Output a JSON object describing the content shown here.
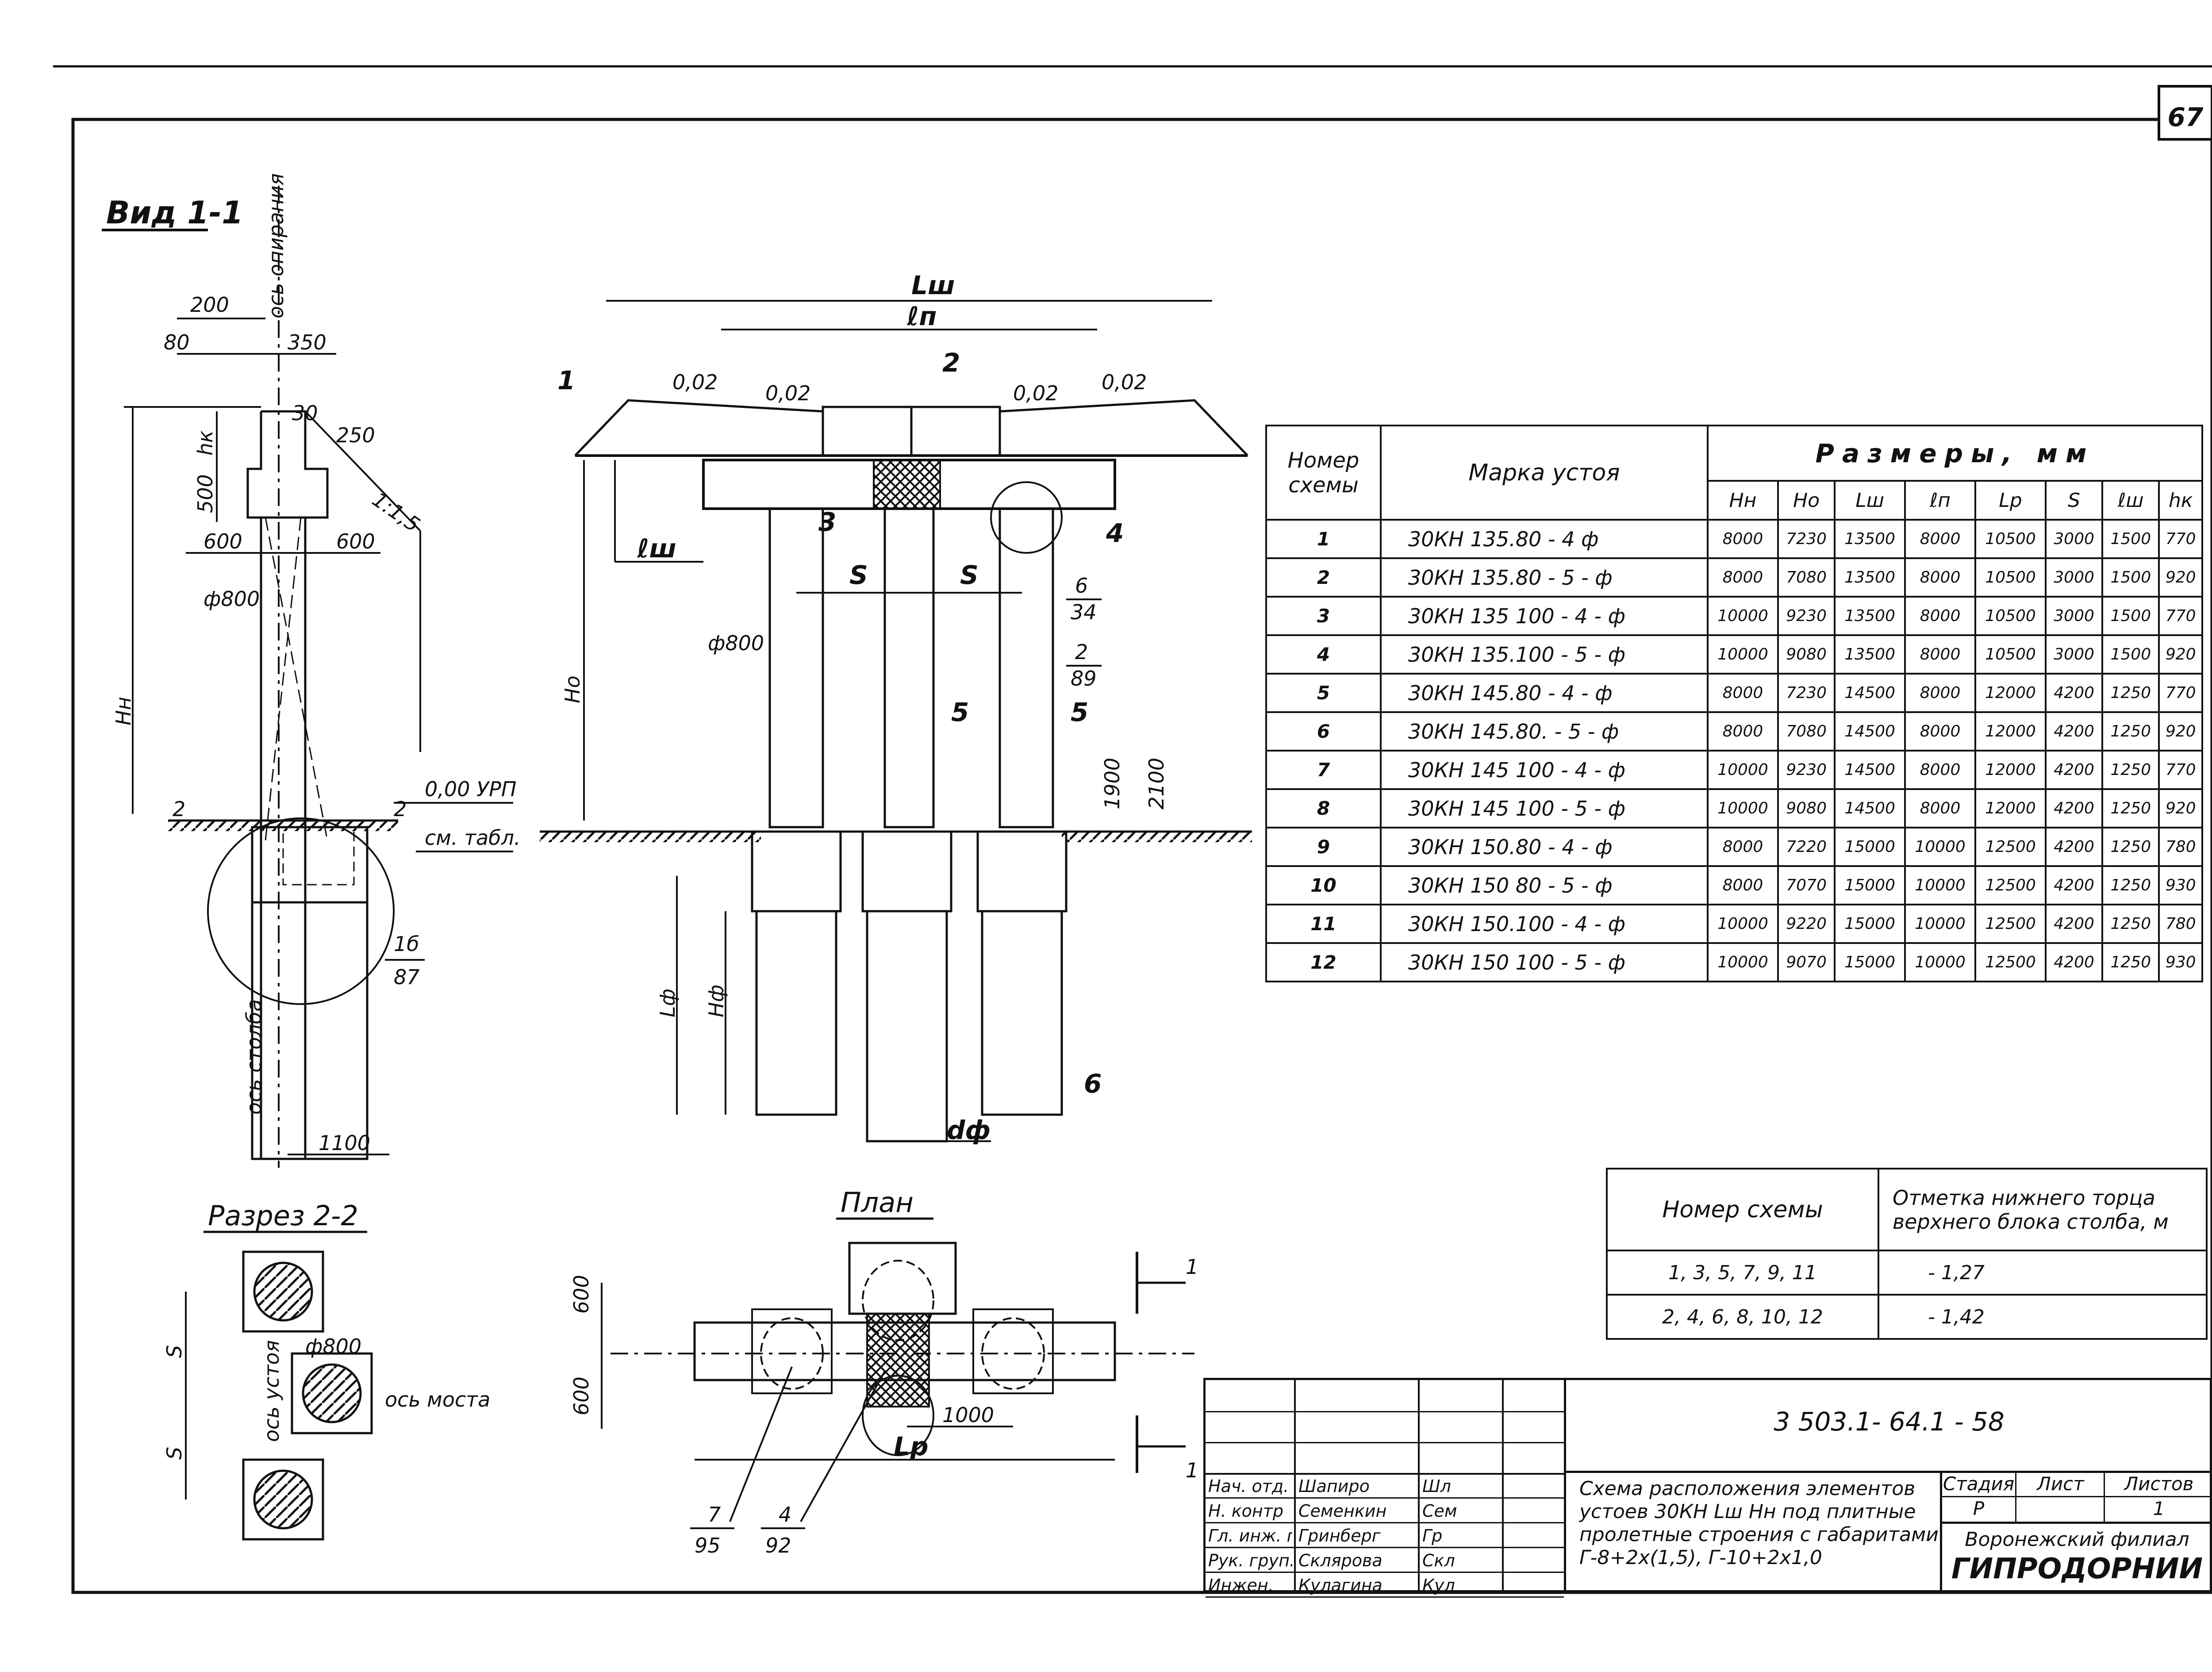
{
  "sheet_number": "67",
  "views": {
    "view_1_1": "Вид 1-1",
    "section_2_2": "Разрез 2-2",
    "plan": "План"
  },
  "labels": {
    "axis_support": "ось опирания",
    "axis_column": "ось столба",
    "axis_bridge": "ось моста",
    "axis_abutment": "ось устоя",
    "see_table": "см. табл.",
    "ground_level": "0,00 УРП",
    "Hn": "Нн",
    "Ho": "Но",
    "hk": "hк",
    "Lsh": "Lш",
    "ln": "ℓп",
    "lsh": "ℓш",
    "S": "S",
    "Lp": "Lр",
    "Lf": "Lф",
    "Hf": "Нф",
    "df": "dф",
    "phi800": "ф800",
    "slope": "1:1,5",
    "slope_a": "0,02",
    "slope_b": "0,02",
    "slope_c": "0,02",
    "slope_d": "0,02",
    "d200": "200",
    "d80": "80",
    "d350": "350",
    "d30": "30",
    "d250": "250",
    "d500": "500",
    "d600a": "600",
    "d600b": "600",
    "d1100": "1100",
    "d1900": "1900",
    "d2100": "2100",
    "d1000": "1000",
    "p600a": "600",
    "p600b": "600",
    "sec2": "2",
    "callouts": [
      "1",
      "2",
      "3",
      "4",
      "5",
      "5",
      "6"
    ],
    "ref_6_34a": "6",
    "ref_6_34b": "34",
    "ref_2_89a": "2",
    "ref_2_89b": "89",
    "ref_16_87a": "1б",
    "ref_16_87b": "87",
    "ref_7_95a": "7",
    "ref_7_95b": "95",
    "ref_4_92a": "4",
    "ref_4_92b": "92",
    "cut_1": "1"
  },
  "dims_table": {
    "col_scheme": "Номер схемы",
    "col_mark": "Марка устоя",
    "group": "Размеры, мм",
    "sub_headers": [
      "Нн",
      "Но",
      "Lш",
      "ℓп",
      "Lр",
      "S",
      "ℓш",
      "hк"
    ],
    "rows": [
      {
        "n": "1",
        "mark": "30КН 135.80 - 4 ф",
        "v": [
          "8000",
          "7230",
          "13500",
          "8000",
          "10500",
          "3000",
          "1500",
          "770"
        ]
      },
      {
        "n": "2",
        "mark": "30КН 135.80 - 5 - ф",
        "v": [
          "8000",
          "7080",
          "13500",
          "8000",
          "10500",
          "3000",
          "1500",
          "920"
        ]
      },
      {
        "n": "3",
        "mark": "30КН 135 100 - 4 - ф",
        "v": [
          "10000",
          "9230",
          "13500",
          "8000",
          "10500",
          "3000",
          "1500",
          "770"
        ]
      },
      {
        "n": "4",
        "mark": "30КН 135.100 - 5 - ф",
        "v": [
          "10000",
          "9080",
          "13500",
          "8000",
          "10500",
          "3000",
          "1500",
          "920"
        ]
      },
      {
        "n": "5",
        "mark": "30КН 145.80 - 4 - ф",
        "v": [
          "8000",
          "7230",
          "14500",
          "8000",
          "12000",
          "4200",
          "1250",
          "770"
        ]
      },
      {
        "n": "6",
        "mark": "30КН 145.80. - 5 - ф",
        "v": [
          "8000",
          "7080",
          "14500",
          "8000",
          "12000",
          "4200",
          "1250",
          "920"
        ]
      },
      {
        "n": "7",
        "mark": "30КН 145 100 - 4 - ф",
        "v": [
          "10000",
          "9230",
          "14500",
          "8000",
          "12000",
          "4200",
          "1250",
          "770"
        ]
      },
      {
        "n": "8",
        "mark": "30КН 145 100 - 5 - ф",
        "v": [
          "10000",
          "9080",
          "14500",
          "8000",
          "12000",
          "4200",
          "1250",
          "920"
        ]
      },
      {
        "n": "9",
        "mark": "30КН 150.80 - 4 - ф",
        "v": [
          "8000",
          "7220",
          "15000",
          "10000",
          "12500",
          "4200",
          "1250",
          "780"
        ]
      },
      {
        "n": "10",
        "mark": "30КН 150 80 - 5 - ф",
        "v": [
          "8000",
          "7070",
          "15000",
          "10000",
          "12500",
          "4200",
          "1250",
          "930"
        ]
      },
      {
        "n": "11",
        "mark": "30КН 150.100 - 4 - ф",
        "v": [
          "10000",
          "9220",
          "15000",
          "10000",
          "12500",
          "4200",
          "1250",
          "780"
        ]
      },
      {
        "n": "12",
        "mark": "30КН 150 100 - 5 - ф",
        "v": [
          "10000",
          "9070",
          "15000",
          "10000",
          "12500",
          "4200",
          "1250",
          "930"
        ]
      }
    ]
  },
  "elev_table": {
    "col_scheme": "Номер схемы",
    "col_elev": "Отметка нижнего торца верхнего блока столба, м",
    "rows": [
      {
        "schemes": "1, 3, 5, 7, 9, 11",
        "elev": "- 1,27"
      },
      {
        "schemes": "2, 4, 6, 8, 10, 12",
        "elev": "- 1,42"
      }
    ]
  },
  "title_block": {
    "doc_code": "3 503.1- 64.1 - 58",
    "description": "Схема расположения элементов устоев 30КН Lш Нн под плитные пролетные строения с габаритами Г-8+2х(1,5), Г-10+2х1,0",
    "stage_label": "Стадия",
    "sheet_label": "Лист",
    "sheets_label": "Листов",
    "stage": "Р",
    "sheets_total": "1",
    "org_branch": "Воронежский филиал",
    "org_name": "ГИПРОДОРНИИ",
    "staff": [
      {
        "role": "Нач. отд.",
        "name": "Шапиро",
        "sig": "Шл"
      },
      {
        "role": "Н. контр",
        "name": "Семенкин",
        "sig": "Сем"
      },
      {
        "role": "Гл. инж. пр",
        "name": "Гринберг",
        "sig": "Гр"
      },
      {
        "role": "Рук. груп.",
        "name": "Склярова",
        "sig": "Скл"
      },
      {
        "role": "Инжен.",
        "name": "Кулагина",
        "sig": "Кул"
      }
    ]
  }
}
